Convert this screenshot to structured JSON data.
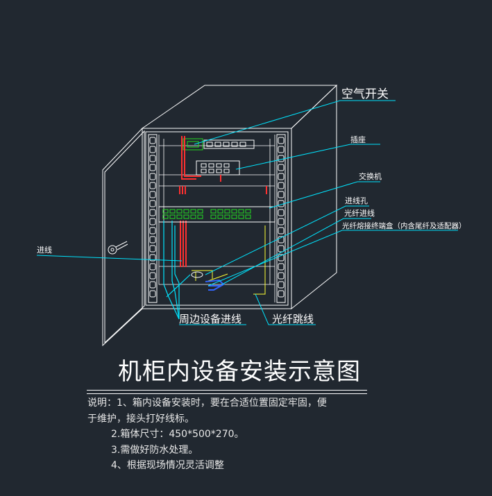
{
  "title": "机柜内设备安装示意图",
  "labels": {
    "air_switch": "空气开关",
    "socket": "插座",
    "switch": "交换机",
    "cable_hole": "进线孔",
    "fiber_inlet": "光纤进线",
    "fiber_box": "光纤熔接终端盒（内含尾纤及适配器）",
    "incoming": "进线",
    "peripheral_inlet": "周边设备进线",
    "fiber_jumper": "光纤跳线"
  },
  "notes": [
    "说明：1、箱内设备安装时，要在合适位置固定牢固，便",
    "于维护，接头打好线标。",
    "2.箱体尺寸：450*500*270。",
    "3.需做好防水处理。",
    "4、根据现场情况灵活调整"
  ],
  "colors": {
    "background": "#212830",
    "outline": "#ffffff",
    "leader": "#00e5ff",
    "cable_red": "#ff3030",
    "port_green": "#22dd22",
    "fiber_yellow": "#ffff33",
    "fiber_box_blue": "#3366ff"
  }
}
